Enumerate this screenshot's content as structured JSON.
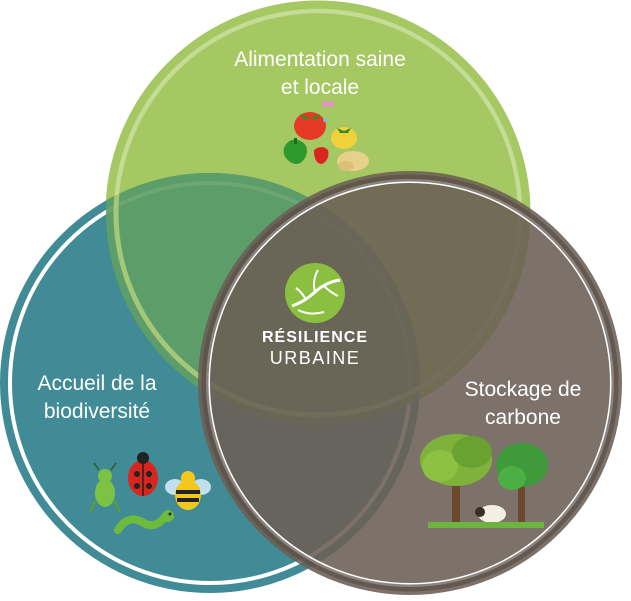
{
  "diagram": {
    "circles": [
      {
        "id": "alimentation",
        "lines": [
          "Alimentation saine",
          "et locale"
        ],
        "color": "#9bc15a"
      },
      {
        "id": "biodiversite",
        "lines": [
          "Accueil de la",
          "biodiversité"
        ],
        "color": "#3d8792"
      },
      {
        "id": "carbone",
        "lines": [
          "Stockage de",
          "carbone"
        ],
        "color": "#6f6359"
      }
    ],
    "center": {
      "line1": "RÉSILIENCE",
      "line2": "URBAINE"
    },
    "icons": {
      "alimentation": [
        "tomato-icon",
        "pepper-icon",
        "potato-icon",
        "butterfly-icon"
      ],
      "biodiversite": [
        "grasshopper-icon",
        "ladybug-icon",
        "bee-icon",
        "caterpillar-icon"
      ],
      "carbone": [
        "tree-icon",
        "sheep-icon"
      ],
      "center": "leaf-badge-icon"
    }
  }
}
